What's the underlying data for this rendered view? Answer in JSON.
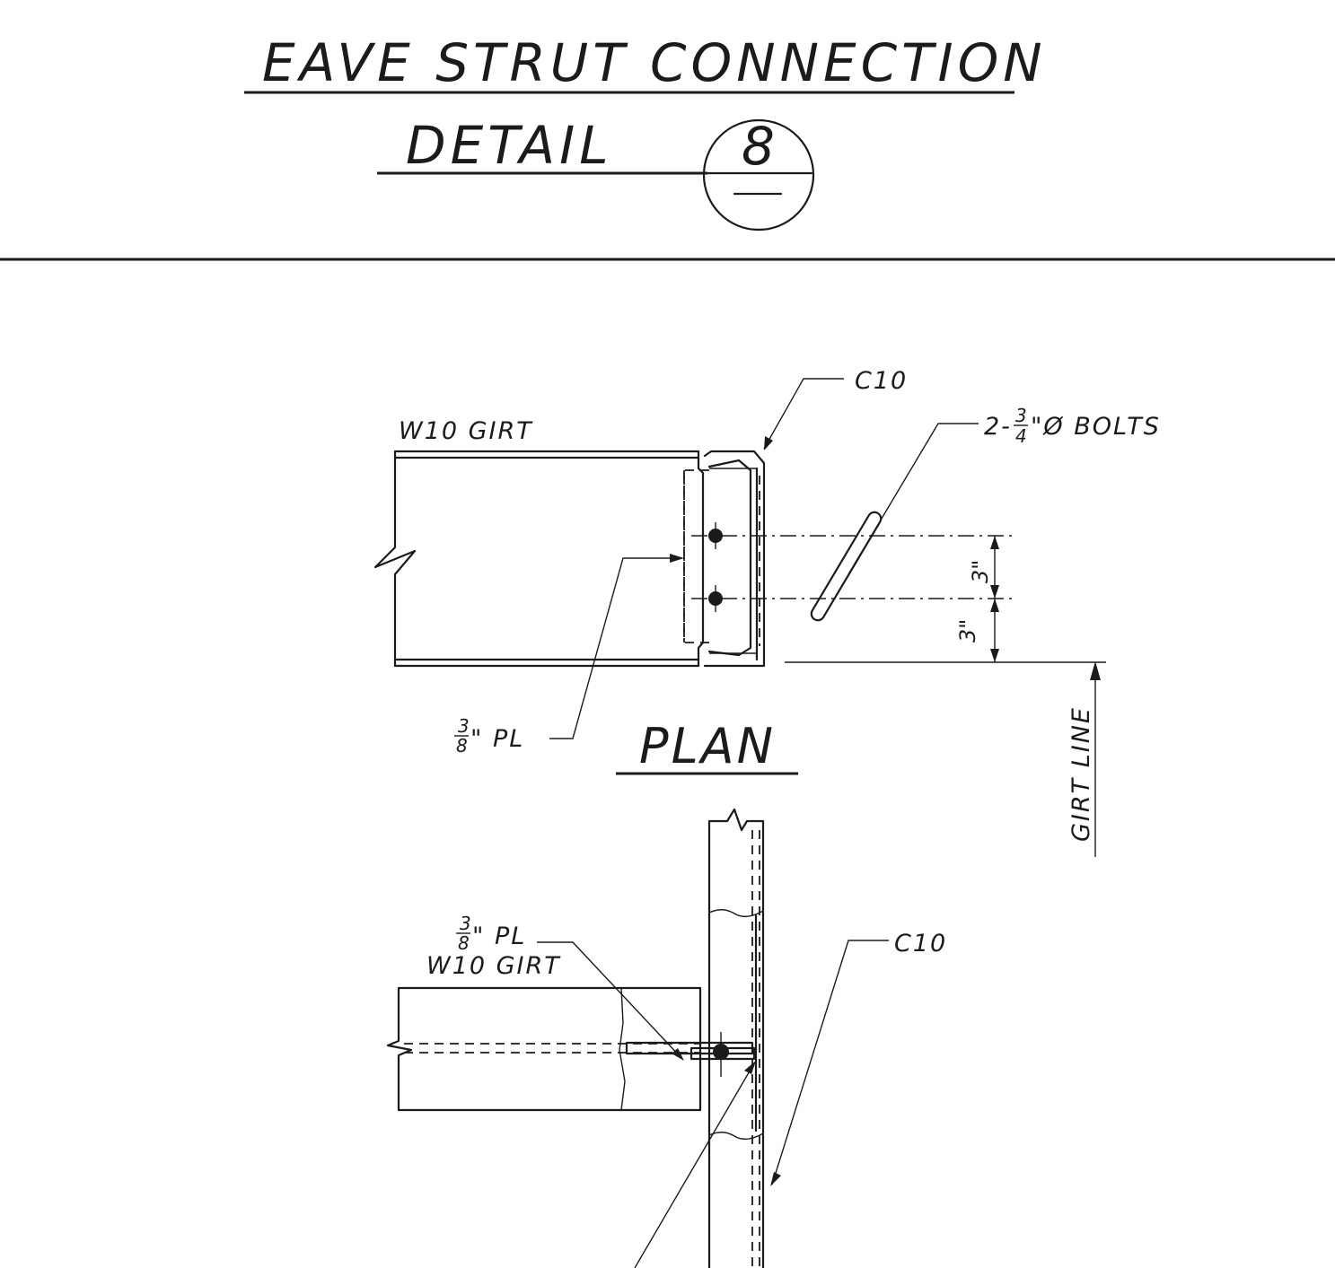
{
  "title": {
    "line1": "EAVE STRUT CONNECTION",
    "line2": "DETAIL",
    "detail_number": "8"
  },
  "plan": {
    "view_title": "PLAN",
    "girt_label": "W10 GIRT",
    "channel_label": "C10",
    "bolts_label_prefix": "2-",
    "bolts_frac_num": "3",
    "bolts_frac_den": "4",
    "bolts_label_suffix": "\"Ø BOLTS",
    "plate_whole": "",
    "plate_frac_num": "3",
    "plate_frac_den": "8",
    "plate_suffix": "\" PL",
    "dim_upper": "3\"",
    "dim_lower": "3\"",
    "girt_line_label": "GIRT LINE"
  },
  "elevation": {
    "girt_label": "W10 GIRT",
    "plate_frac_num": "3",
    "plate_frac_den": "8",
    "plate_suffix": "\" PL",
    "channel_label": "C10"
  }
}
